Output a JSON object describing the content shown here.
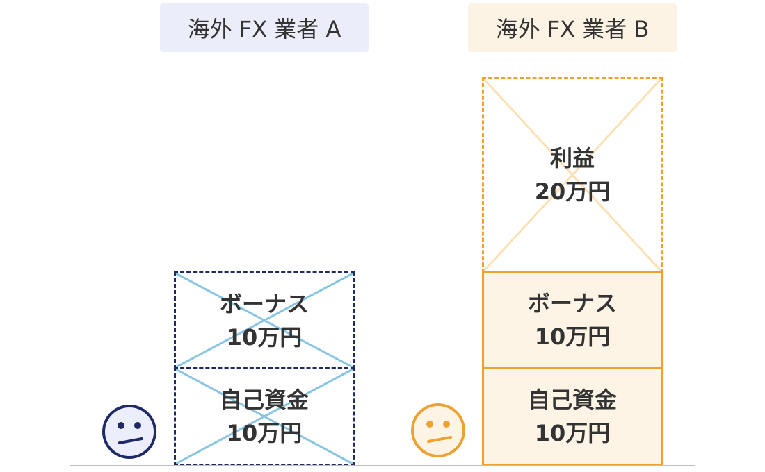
{
  "headers": {
    "broker_a": "海外 FX 業者 A",
    "broker_b": "海外 FX 業者 B"
  },
  "broker_a": {
    "bonus": {
      "label": "ボーナス",
      "amount": "10万円"
    },
    "own_funds": {
      "label": "自己資金",
      "amount": "10万円"
    }
  },
  "broker_b": {
    "profit": {
      "label": "利益",
      "amount": "20万円"
    },
    "bonus": {
      "label": "ボーナス",
      "amount": "10万円"
    },
    "own_funds": {
      "label": "自己資金",
      "amount": "10万円"
    }
  },
  "colors": {
    "navy": "#1e2a66",
    "navy_face_fill": "#eceefb",
    "cross_blue": "#87c5e3",
    "orange": "#f0a030",
    "orange_light_fill": "#fef4e6",
    "cross_orange_light": "#fbe0b3",
    "header_a_bg": "#ecedfa",
    "header_b_bg": "#fdf3e5"
  },
  "icons": {
    "face_a": "neutral-face-icon",
    "face_b": "neutral-face-icon"
  }
}
